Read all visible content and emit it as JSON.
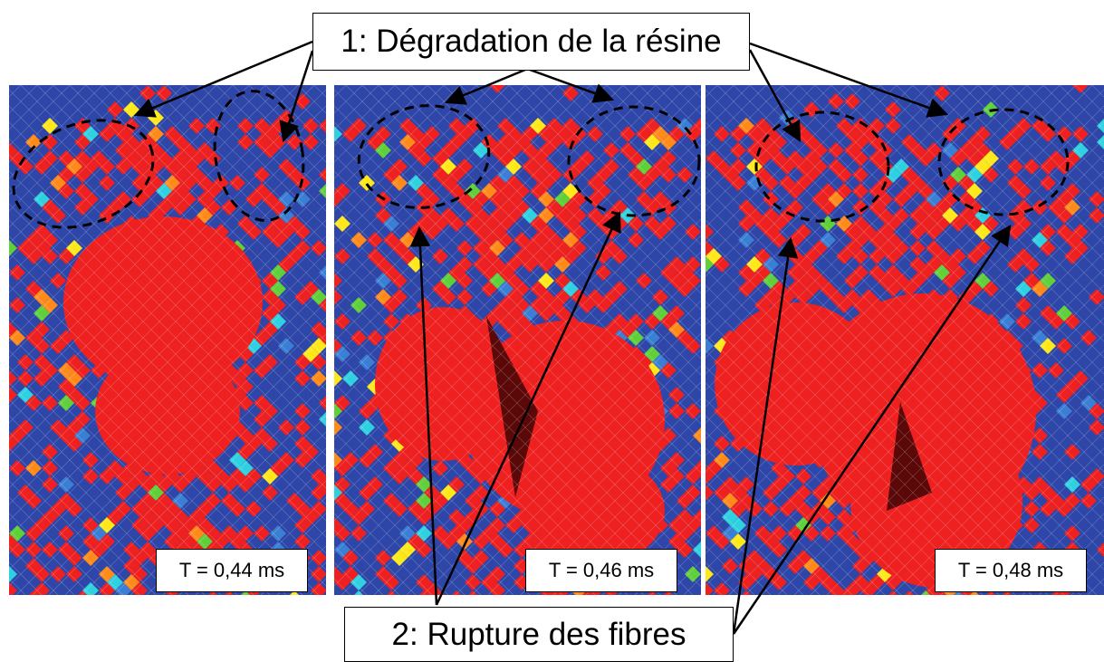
{
  "labels": {
    "degradation": "1: Dégradation de la résine",
    "rupture": "2: Rupture des fibres"
  },
  "panels": [
    {
      "time": "T = 0,44 ms"
    },
    {
      "time": "T = 0,46 ms"
    },
    {
      "time": "T = 0,48 ms"
    }
  ],
  "colors": {
    "background": "#2e46a8",
    "damaged": "#ee2020",
    "undamaged": "#2e46a8",
    "partial": [
      "#ff8a1a",
      "#ffe81a",
      "#5fcf3a",
      "#2fd0e0",
      "#3b7fd4"
    ]
  }
}
